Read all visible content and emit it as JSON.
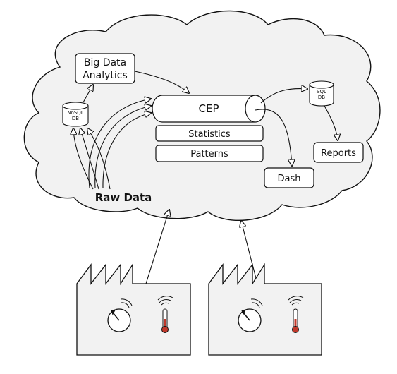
{
  "diagram": {
    "nodes": {
      "big_data_analytics": {
        "line1": "Big Data",
        "line2": "Analytics"
      },
      "nosql_db": {
        "line1": "NoSQL",
        "line2": "DB"
      },
      "cep": {
        "label": "CEP"
      },
      "statistics": {
        "label": "Statistics"
      },
      "patterns": {
        "label": "Patterns"
      },
      "sql_db": {
        "line1": "SQL",
        "line2": "DB"
      },
      "reports": {
        "label": "Reports"
      },
      "dash": {
        "label": "Dash"
      },
      "raw_data": {
        "label": "Raw Data"
      }
    },
    "factories": [
      {
        "name": "factory-left",
        "gauge": "pressure-gauge",
        "thermometer": "thermometer"
      },
      {
        "name": "factory-right",
        "gauge": "pressure-gauge",
        "thermometer": "thermometer"
      }
    ],
    "colors": {
      "cloud_fill": "#f2f2f2",
      "stroke": "#111111",
      "factory_fill": "#f2f2f2",
      "thermometer_red": "#c0392b"
    }
  }
}
